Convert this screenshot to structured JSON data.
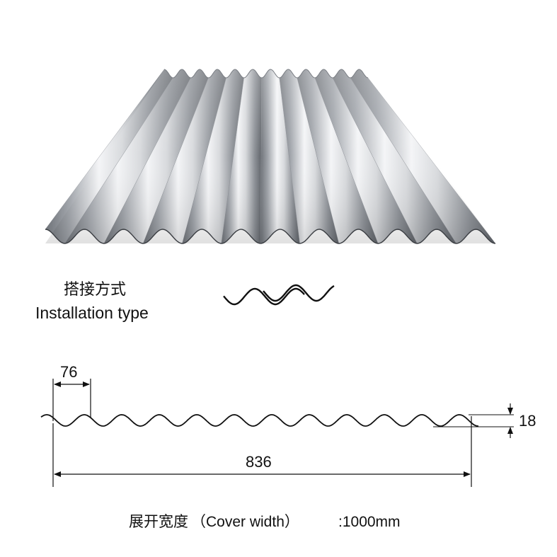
{
  "installation": {
    "label_cn": "搭接方式",
    "label_en": "Installation type"
  },
  "dimensions": {
    "pitch": "76",
    "height": "18",
    "span": "836"
  },
  "cover_width": {
    "label_cn": "展开宽度",
    "label_en": "（Cover width）",
    "value": ":1000mm"
  },
  "colors": {
    "metal_light": "#f4f5f7",
    "metal_mid": "#b9bcc1",
    "metal_dark": "#6e7278",
    "line": "#111111"
  }
}
